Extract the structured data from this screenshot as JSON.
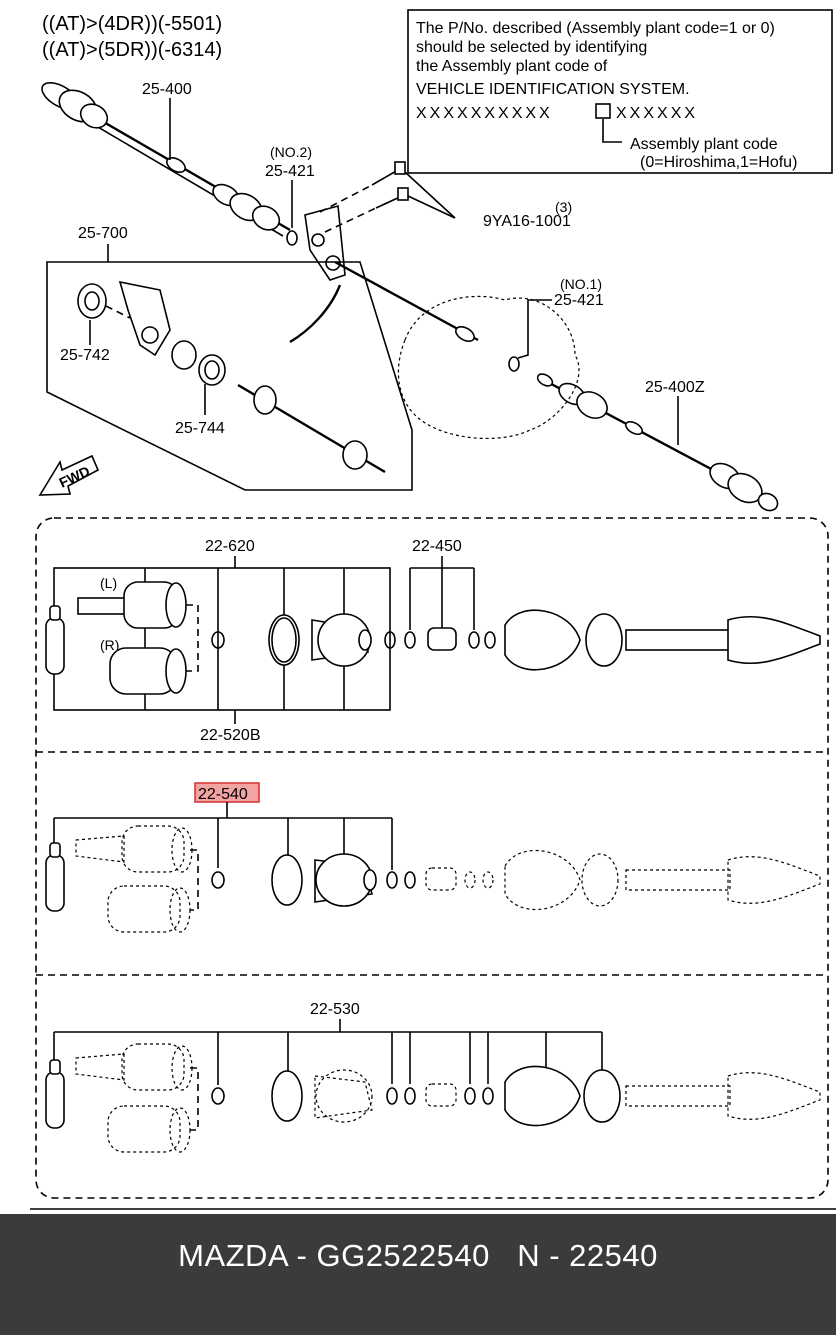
{
  "header": {
    "line1": "((AT)>(4DR))(-5501)",
    "line2": "((AT)>(5DR))(-6314)"
  },
  "note": {
    "line1": "The P/No. described (Assembly plant code=1 or 0)",
    "line2": "should be selected by identifying",
    "line3": "the Assembly plant code of",
    "line4": "VEHICLE IDENTIFICATION SYSTEM.",
    "vin_left": "XXXXXXXXXX",
    "vin_right": "XXXXXX",
    "plant_label": "Assembly plant code",
    "plant_values": "(0=Hiroshima,1=Hofu)"
  },
  "labels": {
    "p25400": "25-400",
    "p25421_no2_tag": "(NO.2)",
    "p25421_a": "25-421",
    "p9ya16_qty": "(3)",
    "p9ya16": "9YA16-1001",
    "p25700": "25-700",
    "p25742": "25-742",
    "p25744": "25-744",
    "p25421_no1_tag": "(NO.1)",
    "p25421_b": "25-421",
    "p25400z": "25-400Z",
    "fwd": "FWD",
    "p22620": "22-620",
    "p22450": "22-450",
    "side_l": "(L)",
    "side_r": "(R)",
    "p22520b": "22-520B",
    "p22540": "22-540",
    "p22530": "22-530"
  },
  "colors": {
    "highlight_fill": "#f4a3a3",
    "highlight_border": "#d32f2f",
    "footer_bg": "#3b3b3b",
    "footer_text": "#ffffff"
  },
  "footer": {
    "text": "MAZDA - GG2522540   N - 22540"
  }
}
